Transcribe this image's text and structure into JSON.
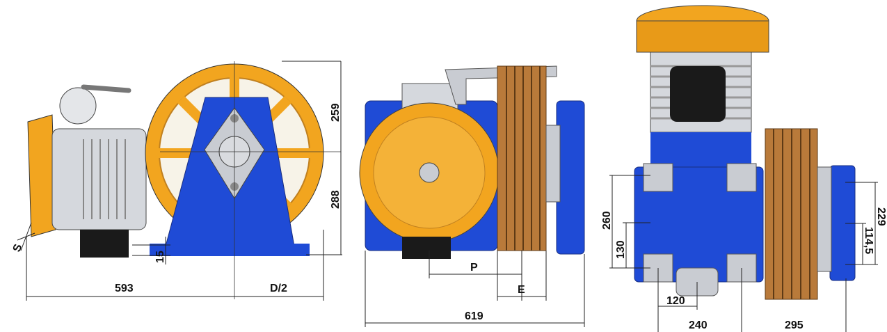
{
  "view_left": {
    "dims": {
      "s": "S",
      "d15": "15",
      "d593": "593",
      "d_half": "D/2",
      "d259": "259",
      "d288": "288"
    }
  },
  "view_center": {
    "dims": {
      "p": "P",
      "e": "E",
      "d619": "619"
    }
  },
  "view_right": {
    "dims": {
      "d260": "260",
      "d130": "130",
      "d120": "120",
      "d240": "240",
      "d295": "295",
      "d229": "229",
      "d114": "114,5"
    }
  },
  "colors": {
    "blue": "#1f4bd6",
    "orange": "#f2a51f",
    "silver": "#c9ccd2",
    "bronze": "#b97a3a",
    "black": "#1a1a1a"
  }
}
